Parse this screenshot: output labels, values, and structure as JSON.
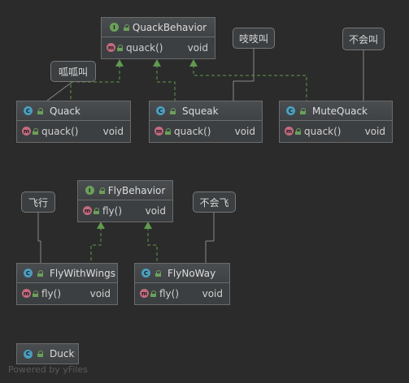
{
  "interfaces": {
    "quack_behavior": {
      "name": "QuackBehavior",
      "method": "quack()",
      "ret": "void"
    },
    "fly_behavior": {
      "name": "FlyBehavior",
      "method": "fly()",
      "ret": "void"
    }
  },
  "classes": {
    "quack": {
      "name": "Quack",
      "method": "quack()",
      "ret": "void"
    },
    "squeak": {
      "name": "Squeak",
      "method": "quack()",
      "ret": "void"
    },
    "mute_quack": {
      "name": "MuteQuack",
      "method": "quack()",
      "ret": "void"
    },
    "fly_with_wings": {
      "name": "FlyWithWings",
      "method": "fly()",
      "ret": "void"
    },
    "fly_no_way": {
      "name": "FlyNoWay",
      "method": "fly()",
      "ret": "void"
    },
    "duck": {
      "name": "Duck"
    }
  },
  "notes": {
    "quack": "呱呱叫",
    "squeak": "吱吱叫",
    "mute_quack": "不会叫",
    "fly_with_wings": "飞行",
    "fly_no_way": "不会飞"
  },
  "icons": {
    "class_badge": "C",
    "interface_badge": "I",
    "method_badge": "m"
  },
  "colors": {
    "background": "#2b2b2b",
    "realization_arrow": "#5f9a4e",
    "class_badge": "#4a9ebf",
    "interface_badge": "#6aa05a",
    "method_badge": "#c46a7f"
  },
  "watermark": "Powered by yFiles"
}
